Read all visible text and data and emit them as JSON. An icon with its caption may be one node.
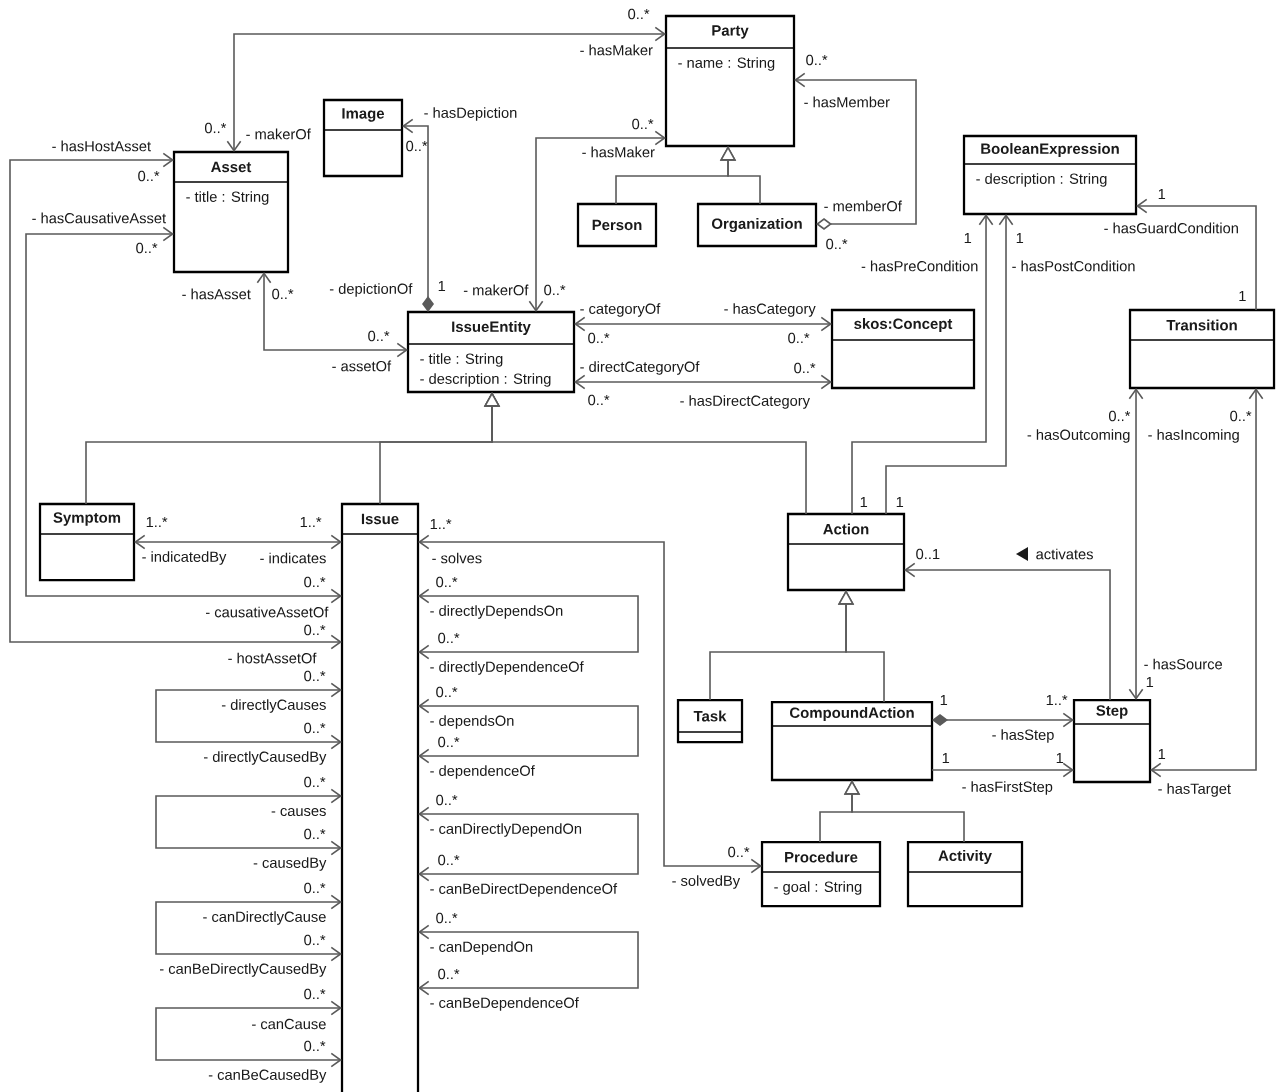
{
  "diagram": {
    "nodes": [
      {
        "text": [
          "Party",
          "- name : String"
        ]
      },
      {
        "text": [
          "Image"
        ]
      },
      {
        "text": [
          "Asset",
          "- title : String"
        ]
      },
      {
        "text": [
          "Person"
        ]
      },
      {
        "text": [
          "Organization"
        ]
      },
      {
        "text": [
          "BooleanExpression",
          "- description : String"
        ]
      },
      {
        "text": [
          "IssueEntity",
          "- title : String",
          "- description : String"
        ]
      },
      {
        "text": [
          "skos:Concept"
        ]
      },
      {
        "text": [
          "Transition"
        ]
      },
      {
        "text": [
          "Symptom"
        ]
      },
      {
        "text": [
          "Issue"
        ]
      },
      {
        "text": [
          "Action"
        ]
      },
      {
        "text": [
          "Task"
        ]
      },
      {
        "text": [
          "CompoundAction"
        ]
      },
      {
        "text": [
          "Step"
        ]
      },
      {
        "text": [
          "Procedure",
          "- goal : String"
        ]
      },
      {
        "text": [
          "Activity"
        ]
      }
    ],
    "edges": [
      {
        "from": 2,
        "to": 0,
        "arrow": "both"
      },
      {
        "from": 6,
        "to": 0,
        "arrow": "both"
      },
      {
        "from": 4,
        "to": 0,
        "arrow": "to"
      },
      {
        "from": 3,
        "to": 0,
        "arrow": "to"
      },
      {
        "from": 4,
        "to": 0,
        "arrow": "to"
      },
      {
        "from": 6,
        "to": 1,
        "arrow": "to"
      },
      {
        "from": 2,
        "to": 6,
        "arrow": "both"
      },
      {
        "from": 6,
        "to": 7,
        "arrow": "both"
      },
      {
        "from": 6,
        "to": 7,
        "arrow": "both"
      },
      {
        "from": 8,
        "to": 5,
        "arrow": "to"
      },
      {
        "from": 9,
        "to": 6,
        "arrow": "to"
      },
      {
        "from": 10,
        "to": 6,
        "arrow": "to"
      },
      {
        "from": 11,
        "to": 6,
        "arrow": "to"
      },
      {
        "from": 11,
        "to": 5,
        "arrow": "to"
      },
      {
        "from": 11,
        "to": 5,
        "arrow": "to"
      },
      {
        "from": 8,
        "to": 14,
        "arrow": "both"
      },
      {
        "from": 8,
        "to": 14,
        "arrow": "both"
      },
      {
        "from": 2,
        "to": 10,
        "arrow": "both"
      },
      {
        "from": 2,
        "to": 10,
        "arrow": "both"
      },
      {
        "from": 9,
        "to": 10,
        "arrow": "both"
      },
      {
        "from": 10,
        "to": 15,
        "arrow": "both"
      },
      {
        "from": 14,
        "to": 11,
        "arrow": "to",
        "label": "activates"
      },
      {
        "from": 10,
        "to": 10,
        "arrow": "both"
      },
      {
        "from": 10,
        "to": 10,
        "arrow": "both"
      },
      {
        "from": 10,
        "to": 10,
        "arrow": "both"
      },
      {
        "from": 10,
        "to": 10,
        "arrow": "both"
      },
      {
        "from": 10,
        "to": 10,
        "arrow": "both"
      },
      {
        "from": 10,
        "to": 10,
        "arrow": "both"
      },
      {
        "from": 10,
        "to": 10,
        "arrow": "both"
      },
      {
        "from": 10,
        "to": 10,
        "arrow": "both"
      },
      {
        "from": 12,
        "to": 11,
        "arrow": "to"
      },
      {
        "from": 13,
        "to": 11,
        "arrow": "to"
      },
      {
        "from": 13,
        "to": 14,
        "arrow": "to"
      },
      {
        "from": 13,
        "to": 14,
        "arrow": "to"
      },
      {
        "from": 15,
        "to": 13,
        "arrow": "to"
      },
      {
        "from": 16,
        "to": 13,
        "arrow": "to"
      }
    ],
    "labels": [
      "0..*",
      "- hasMaker",
      "0..*",
      "- makerOf",
      "0..*",
      "- hasMaker",
      "- makerOf",
      "0..*",
      "0..*",
      "- hasMember",
      "- memberOf",
      "0..*",
      "- hasDepiction",
      "0..*",
      "- depictionOf",
      "1",
      "- hasAsset",
      "0..*",
      "0..*",
      "- assetOf",
      "- categoryOf",
      "0..*",
      "- hasCategory",
      "0..*",
      "- directCategoryOf",
      "0..*",
      "0..*",
      "- hasDirectCategory",
      "1",
      "- hasGuardCondition",
      "1",
      "1",
      "- hasPreCondition",
      "1",
      "1",
      "- hasPostCondition",
      "1",
      "0..*",
      "- hasOutcoming",
      "- hasSource",
      "1",
      "0..*",
      "- hasIncoming",
      "1",
      "- hasTarget",
      "- hasHostAsset",
      "0..*",
      "0..*",
      "- hostAssetOf",
      "- hasCausativeAsset",
      "0..*",
      "0..*",
      "- causativeAssetOf",
      "1..*",
      "- indicatedBy",
      "1..*",
      "- indicates",
      "1..*",
      "- solves",
      "0..*",
      "- solvedBy",
      "0..1",
      "0..*",
      "- directlyCauses",
      "0..*",
      "- directlyCausedBy",
      "0..*",
      "- causes",
      "0..*",
      "- causedBy",
      "0..*",
      "- canDirectlyCause",
      "0..*",
      "- canBeDirectlyCausedBy",
      "0..*",
      "- canCause",
      "0..*",
      "- canBeCausedBy",
      "0..*",
      "- directlyDependsOn",
      "0..*",
      "- directlyDependenceOf",
      "0..*",
      "- dependsOn",
      "0..*",
      "- dependenceOf",
      "0..*",
      "- canDirectlyDependOn",
      "0..*",
      "- canBeDirectDependenceOf",
      "0..*",
      "- canDependOn",
      "0..*",
      "- canBeDependenceOf",
      "1",
      "1..*",
      "- hasStep",
      "1",
      "1",
      "- hasFirstStep"
    ]
  }
}
